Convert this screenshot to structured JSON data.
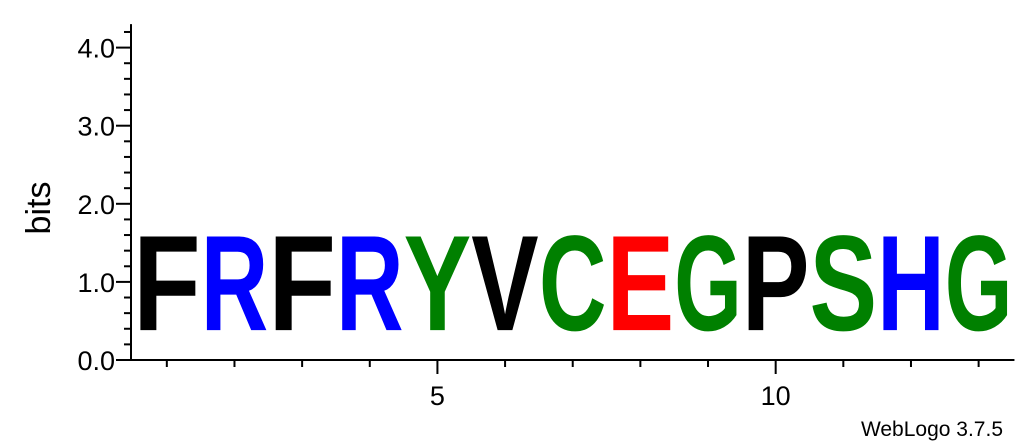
{
  "chart_data": {
    "type": "bar",
    "ylabel": "bits",
    "ylim": [
      0,
      4.3
    ],
    "yticks": [
      "0.0",
      "1.0",
      "2.0",
      "3.0",
      "4.0"
    ],
    "xticks": [
      "5",
      "10"
    ],
    "positions": [
      1,
      2,
      3,
      4,
      5,
      6,
      7,
      8,
      9,
      10,
      11,
      12,
      13
    ],
    "residues": [
      "F",
      "R",
      "F",
      "R",
      "Y",
      "V",
      "C",
      "E",
      "G",
      "P",
      "S",
      "H",
      "G"
    ],
    "values": [
      1.95,
      1.95,
      1.95,
      1.95,
      1.95,
      1.95,
      1.95,
      1.95,
      1.95,
      1.95,
      1.95,
      1.95,
      1.95
    ],
    "residue_colors": {
      "F": "#000000",
      "V": "#000000",
      "P": "#000000",
      "R": "#0000ff",
      "H": "#0000ff",
      "Y": "#008000",
      "C": "#008000",
      "G": "#008000",
      "S": "#008000",
      "E": "#ff0000"
    }
  },
  "footer": "WebLogo 3.7.5"
}
